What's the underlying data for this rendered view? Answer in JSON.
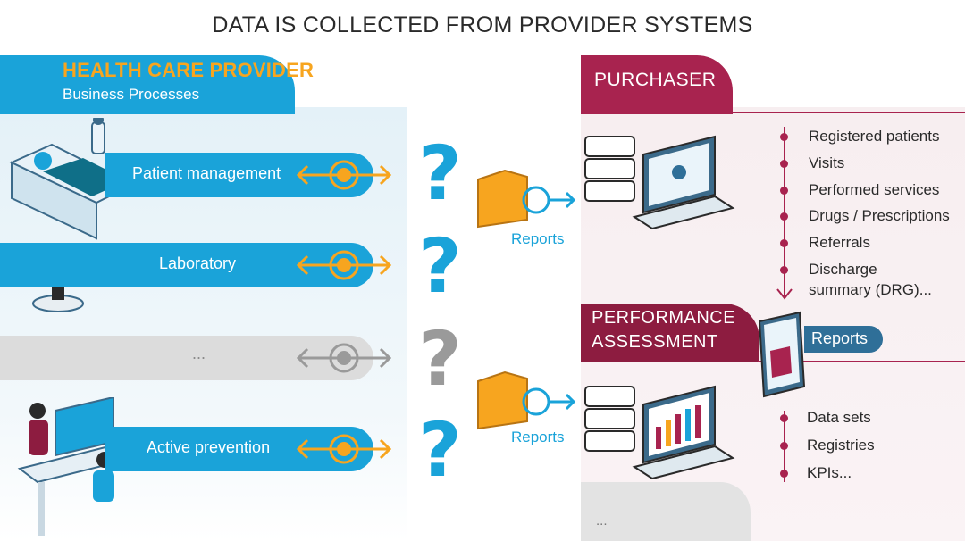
{
  "title": "DATA IS COLLECTED FROM PROVIDER SYSTEMS",
  "provider": {
    "title": "HEALTH CARE PROVIDER",
    "subtitle": "Business Processes",
    "processes": [
      {
        "label": "Patient management"
      },
      {
        "label": "Laboratory"
      },
      {
        "label": "..."
      },
      {
        "label": "Active prevention"
      }
    ]
  },
  "question_mark": "?",
  "reports_label": "Reports",
  "purchaser": {
    "title": "PURCHASER",
    "items": [
      "Registered patients",
      "Visits",
      "Performed services",
      "Drugs / Prescriptions",
      "Referrals",
      "Discharge",
      "summary (DRG)..."
    ]
  },
  "performance": {
    "title_line1": "PERFORMANCE",
    "title_line2": "ASSESSMENT",
    "reports_tag": "Reports",
    "items": [
      "Data sets",
      "Registries",
      "KPIs..."
    ],
    "more": "..."
  },
  "colors": {
    "provider_blue": "#1aa3d9",
    "provider_orange": "#f7a51f",
    "purchaser_red": "#a8234f",
    "gray": "#9a9a9a"
  }
}
